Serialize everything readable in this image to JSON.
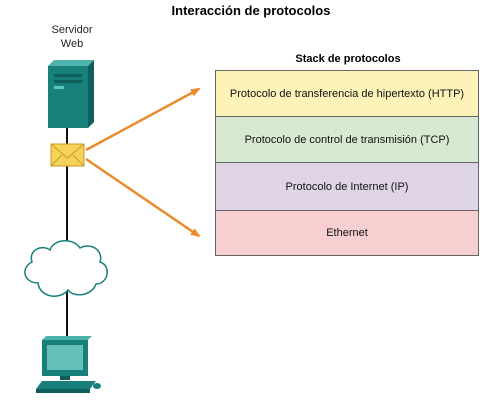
{
  "diagram": {
    "title": "Interacción de protocolos",
    "server": {
      "label_line1": "Servidor",
      "label_line2": "Web",
      "icon": "server-icon"
    },
    "message_icon": "envelope-icon",
    "network_icon": "cloud-icon",
    "client_icon": "computer-icon",
    "stack": {
      "title": "Stack de protocolos",
      "layers": [
        {
          "label": "Protocolo de transferencia de hipertexto (HTTP)",
          "color": "#fdf2b8"
        },
        {
          "label": "Protocolo de control de transmisión (TCP)",
          "color": "#d8e9d2"
        },
        {
          "label": "Protocolo de Internet (IP)",
          "color": "#e0d5e7"
        },
        {
          "label": "Ethernet",
          "color": "#f7cfd0"
        }
      ]
    },
    "colors": {
      "arrow": "#ea8b2e",
      "device": "#17807a",
      "border": "#666666",
      "envelope": "#f5d35a"
    }
  }
}
